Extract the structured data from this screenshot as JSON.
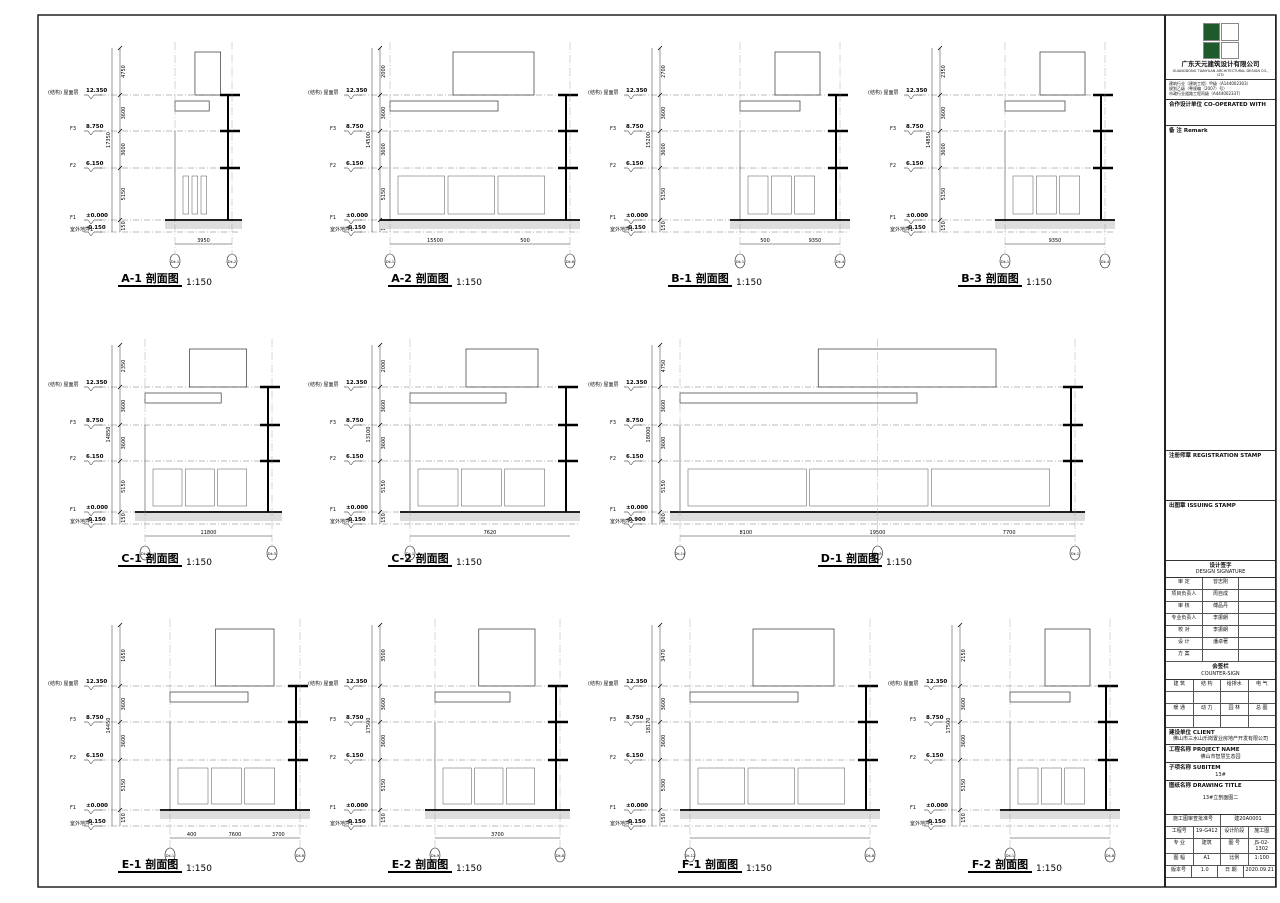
{
  "levels": [
    {
      "name": "(结构) 屋面层",
      "elev": "12.350"
    },
    {
      "name": "F3",
      "elev": "8.750"
    },
    {
      "name": "F2",
      "elev": "6.150"
    },
    {
      "name": "F1",
      "elev": "±0.000"
    },
    {
      "name": "室外地坪1",
      "elev": "-0.150"
    }
  ],
  "panels": [
    {
      "title": "A-1 剖面图",
      "scale": "1:150",
      "heights": [
        "4750",
        "3600",
        "3600",
        "5150",
        "150"
      ],
      "total": "17350",
      "spans": [
        "3950"
      ],
      "axes": [
        "Dk-1",
        "Dk-2"
      ]
    },
    {
      "title": "A-2 剖面图",
      "scale": "1:150",
      "heights": [
        "2000",
        "3600",
        "3600",
        "5150",
        "150"
      ],
      "total": "14500",
      "spans": [
        "15500",
        "500"
      ],
      "axes": [
        "Dk-1",
        "Dk-6"
      ]
    },
    {
      "title": "B-1 剖面图",
      "scale": "1:150",
      "heights": [
        "2700",
        "3600",
        "3600",
        "5150",
        "150"
      ],
      "total": "15200",
      "spans": [
        "500",
        "9350"
      ],
      "axes": [
        "Dk-1",
        "Dk-4"
      ]
    },
    {
      "title": "B-3 剖面图",
      "scale": "1:150",
      "heights": [
        "2350",
        "3600",
        "3600",
        "5150",
        "150"
      ],
      "total": "14850",
      "spans": [
        "9350"
      ],
      "axes": [
        "Dk-1",
        "Dk-4"
      ]
    },
    {
      "title": "C-1 剖面图",
      "scale": "1:150",
      "heights": [
        "2350",
        "3600",
        "3600",
        "5150",
        "150"
      ],
      "total": "14850",
      "spans": [
        "11800"
      ],
      "axes": [
        "Dk-1",
        "Dk-5"
      ]
    },
    {
      "title": "C-2 剖面图",
      "scale": "1:150",
      "heights": [
        "2000",
        "3600",
        "3600",
        "5150",
        "150"
      ],
      "total": "13100",
      "spans": [
        "7620"
      ],
      "axes": [
        "Dk-1"
      ]
    },
    {
      "title": "D-1 剖面图",
      "scale": "1:150",
      "heights": [
        "4750",
        "3600",
        "3600",
        "5150",
        "900"
      ],
      "total": "18000",
      "spans": [
        "8100",
        "19500",
        "7700"
      ],
      "axes": [
        "Dk-14",
        "Dk-8",
        "Dk-1"
      ],
      "ground": {
        "name": "室外地坪2",
        "elev": "-0.900"
      }
    },
    {
      "title": "E-1 剖面图",
      "scale": "1:150",
      "heights": [
        "1650",
        "3600",
        "3600",
        "5150",
        "150"
      ],
      "total": "14450",
      "spans": [
        "400",
        "7600",
        "3700"
      ],
      "axes": [
        "Dk-1",
        "Dk-6"
      ]
    },
    {
      "title": "E-2 剖面图",
      "scale": "1:150",
      "heights": [
        "3500",
        "3600",
        "3600",
        "5150",
        "150"
      ],
      "total": "17500",
      "spans": [
        "3700"
      ],
      "axes": [
        "Dk-9",
        "Dk-8"
      ]
    },
    {
      "title": "F-1 剖面图",
      "scale": "1:150",
      "heights": [
        "3470",
        "3600",
        "3600",
        "5300",
        "150"
      ],
      "total": "18170",
      "spans": [],
      "axes": [
        "Dk-12",
        "Dk-8"
      ]
    },
    {
      "title": "F-2 剖面图",
      "scale": "1:150",
      "heights": [
        "2150",
        "3600",
        "3600",
        "5150",
        "150"
      ],
      "total": "17500",
      "spans": [],
      "axes": [
        "Dk-1",
        "Dk-8"
      ]
    }
  ],
  "title_block": {
    "company_cn": "广东天元建筑设计有限公司",
    "company_en": "GUANGDONG TIANYUAN ARCHITECTURAL DESIGN CO., LTD",
    "certs": [
      "建筑行业（建筑工程）甲级（A144002303）",
      "规划乙级（粤规编（2007）号）",
      "市政行业道路工程丙级（A444002337）"
    ],
    "cooperate": "合作设计单位 CO-OPERATED WITH",
    "remark": "备 注 Remark",
    "registration": "注册师章 REGISTRATION STAMP",
    "issuing": "出图章 ISSUING STAMP",
    "signature_title": "设计签字",
    "signature_title_en": "DESIGN SIGNATURE",
    "signatures": [
      {
        "role": "审 定",
        "name": "曾志刚"
      },
      {
        "role": "项目负责人",
        "name": "周自成"
      },
      {
        "role": "审 核",
        "name": "傅品丹"
      },
      {
        "role": "专业负责人",
        "name": "李振朗"
      },
      {
        "role": "校 对",
        "name": "李振朗"
      },
      {
        "role": "设 计",
        "name": "潘卓著"
      },
      {
        "role": "方 案",
        "name": ""
      }
    ],
    "countersign_title": "会签栏",
    "countersign_title_en": "COUNTER-SIGN",
    "countersign": [
      "建 筑",
      "结 构",
      "给排水",
      "电 气",
      "暖 通",
      "动 力",
      "园 林",
      "总 图"
    ],
    "client_label": "建设单位 CLIENT",
    "client": "佛山市三水山乐岗置业房地产开发有限公司",
    "project_label": "工程名称 PROJECT NAME",
    "project": "佛山市智慧生态园",
    "subitem_label": "子项名称 SUBITEM",
    "subitem": "13#",
    "drawing_label": "图纸名称 DRAWING TITLE",
    "drawing": "13#立剖面图二",
    "approval_label": "施工图审查批准号",
    "approval": "建20A0001",
    "info": [
      {
        "k": "工程号",
        "v": "19-G412",
        "k2": "设计阶段",
        "v2": "施工图"
      },
      {
        "k": "专 业",
        "v": "建筑",
        "k2": "图 号",
        "v2": "JS-02-1302"
      },
      {
        "k": "图 幅",
        "v": "A1",
        "k2": "比例",
        "v2": "1:100"
      },
      {
        "k": "版本号",
        "v": "1.0",
        "k2": "日 期",
        "v2": "2020.09.21"
      }
    ]
  }
}
